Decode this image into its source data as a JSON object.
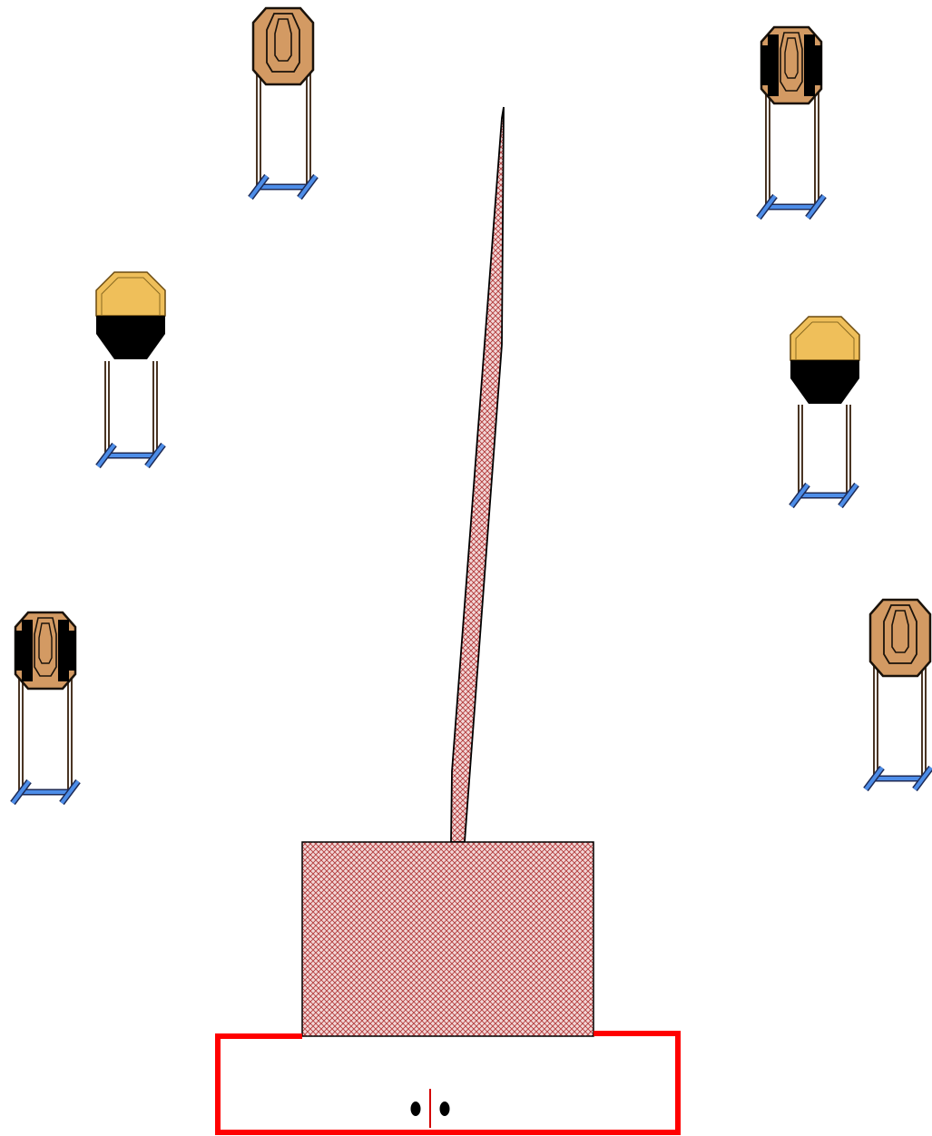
{
  "stage": {
    "title": "",
    "colors": {
      "cardboard": "#d39a63",
      "cardboard_stroke": "#3a2a1a",
      "popper_gold": "#efbf5a",
      "popper_black": "#000000",
      "stand_leg": "#4a3524",
      "stand_base": "#3f7fdc",
      "barrier_fill": "#f2d7d7",
      "barrier_hatch": "#b23a3a",
      "shooting_box": "#ff0000",
      "foot_marker": "#000000",
      "center_line": "#d40000"
    },
    "targets": [
      {
        "id": "T1",
        "kind": "paper",
        "no_shoot": false,
        "icon": "paper-target-icon"
      },
      {
        "id": "T2",
        "kind": "paper",
        "no_shoot": true,
        "icon": "paper-target-with-no-shoot-icon"
      },
      {
        "id": "T3",
        "kind": "popper",
        "no_shoot": false,
        "icon": "popper-target-icon"
      },
      {
        "id": "T4",
        "kind": "popper",
        "no_shoot": false,
        "icon": "popper-target-icon"
      },
      {
        "id": "T5",
        "kind": "paper",
        "no_shoot": true,
        "icon": "paper-target-with-no-shoot-icon"
      },
      {
        "id": "T6",
        "kind": "paper",
        "no_shoot": false,
        "icon": "paper-target-icon"
      }
    ],
    "barrier": {
      "icon": "hatched-barrier-wall"
    },
    "shooting_box": {
      "icon": "shooting-box-outline",
      "marker": "shooter-foot-markers-icon"
    }
  }
}
